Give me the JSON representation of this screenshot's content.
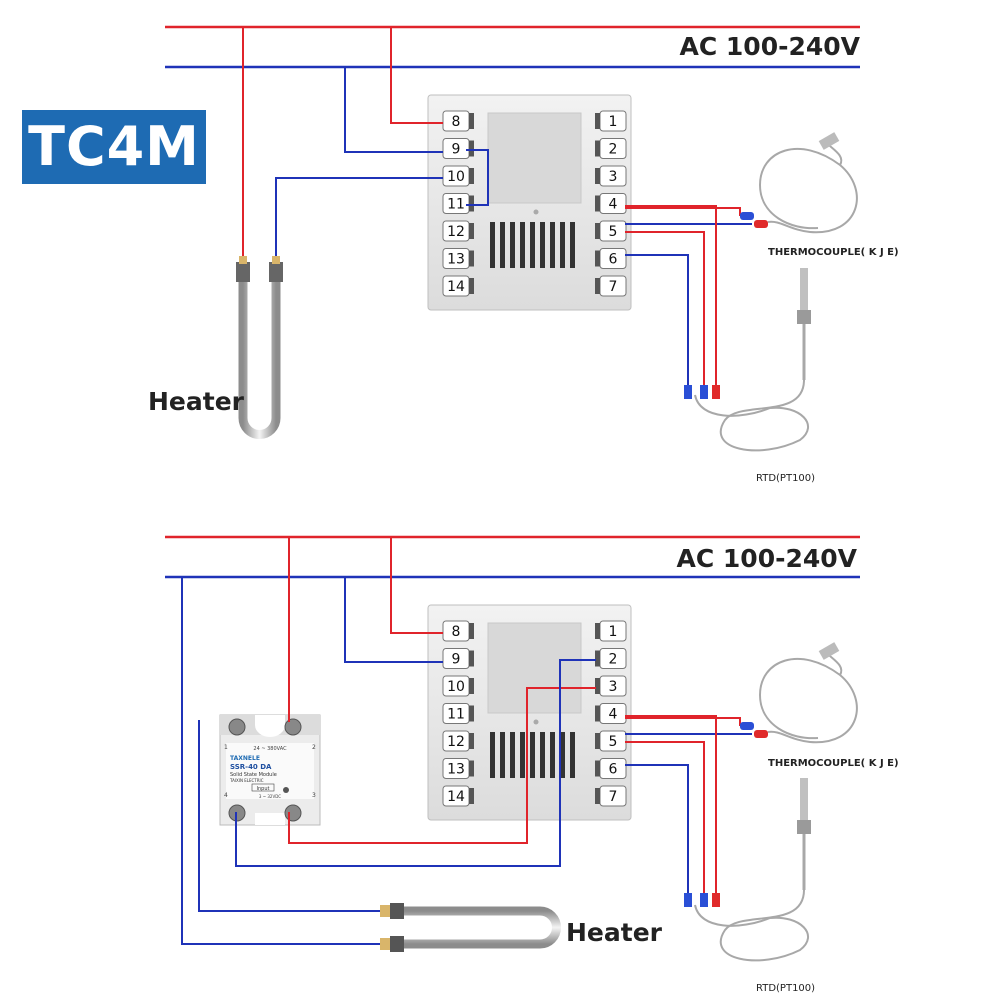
{
  "model_badge": "TC4M",
  "supply_label": "AC 100-240V",
  "heater_label": "Heater",
  "thermocouple_label": "THERMOCOUPLE( K J E)",
  "rtd_label": "RTD(PT100)",
  "left_terminals": [
    "8",
    "9",
    "10",
    "11",
    "12",
    "13",
    "14"
  ],
  "right_terminals": [
    "1",
    "2",
    "3",
    "4",
    "5",
    "6",
    "7"
  ],
  "ssr": {
    "brand": "TAXNELE",
    "model": "SSR-40 DA",
    "subtitle": "Solid State Module",
    "maker": "TAIXIN ELECTRIC",
    "load_range": "24 ~ 380VAC",
    "input_label": "Input",
    "input_range": "3 ~ 32VDC",
    "pin_1": "1",
    "pin_2": "2",
    "pin_3": "3",
    "pin_4": "4"
  },
  "colors": {
    "line": "#e0242b",
    "neutral": "#1f33b8",
    "badge": "#1e6bb3"
  }
}
